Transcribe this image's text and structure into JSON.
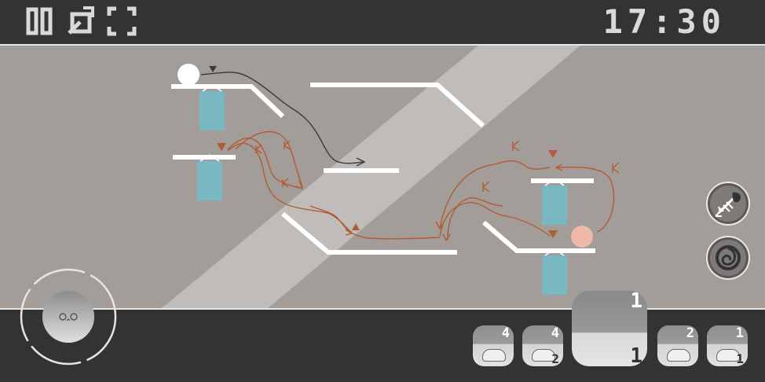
{
  "hud": {
    "clock": "17:30",
    "toolbar": [
      {
        "name": "pause-button",
        "icon": "pause-icon"
      },
      {
        "name": "restart-button",
        "icon": "restart-icon"
      },
      {
        "name": "fullscreen-button",
        "icon": "fullscreen-icon"
      }
    ]
  },
  "side_buttons": [
    {
      "name": "fish-skill-button",
      "icon": "fish-bone-icon"
    },
    {
      "name": "swirl-skill-button",
      "icon": "swirl-icon"
    }
  ],
  "characters": [
    {
      "id": "c1",
      "count": "4",
      "sub": ""
    },
    {
      "id": "c2",
      "count": "4",
      "sub": "2"
    },
    {
      "id": "c3",
      "count": "1",
      "sub": "1",
      "selected": true
    },
    {
      "id": "c4",
      "count": "2",
      "sub": ""
    },
    {
      "id": "c5",
      "count": "1",
      "sub": "1"
    }
  ],
  "colors": {
    "hud_bg": "#333333",
    "field_bg": "#a39d99",
    "beam": "#c0bcb9",
    "platform": "#ffffff",
    "banner": "#79b7c3",
    "path_orange": "#b15c35",
    "path_dark": "#3a3a3a",
    "peach_ball": "#eeb8a8"
  }
}
